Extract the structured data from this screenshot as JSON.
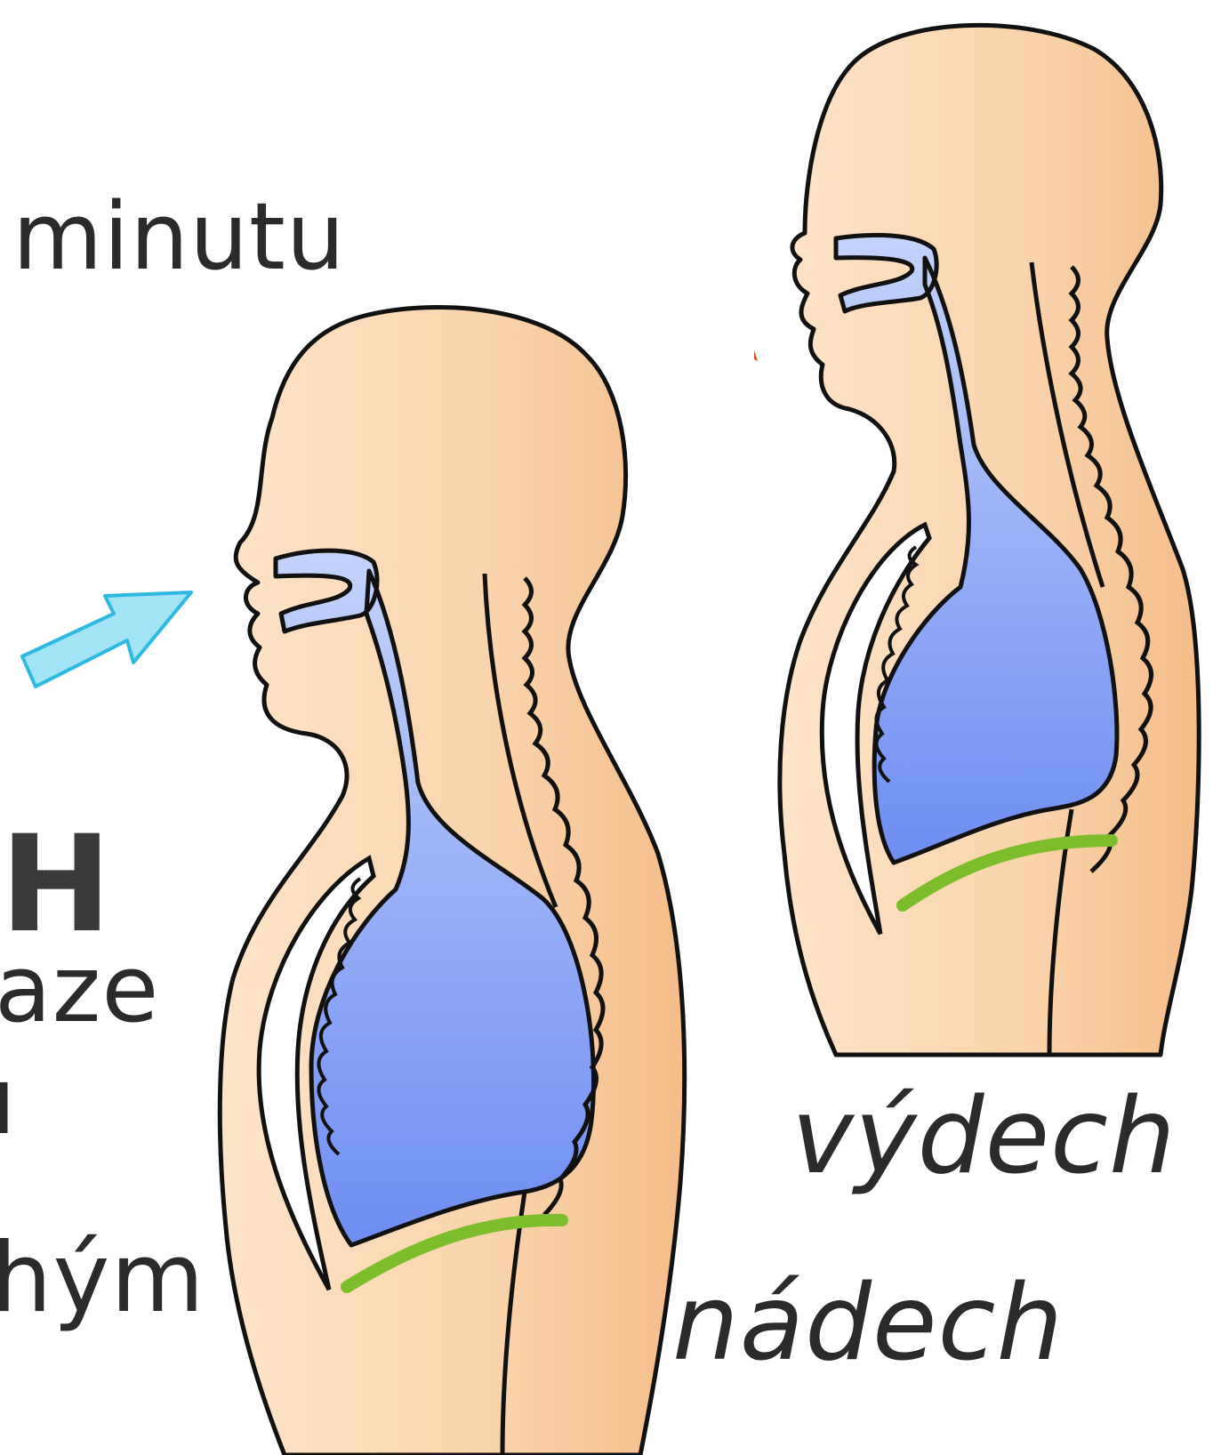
{
  "texts": {
    "minutu": "minutu",
    "h_letter": "H",
    "aze": "aze",
    "u_fragment": "u",
    "nym": "hým",
    "vydech": "výdech",
    "nadech": "nádech"
  },
  "colors": {
    "skin": "#fad6b0",
    "skin_dark": "#f4bf8c",
    "airway": "#c9d7fb",
    "lung_light": "#a9bffa",
    "lung_dark": "#6f8ff2",
    "diaphragm": "#7cbd2b",
    "arrow": "#9fe3f6",
    "arrow_stroke": "#2fb9e0",
    "outline": "#111111"
  },
  "icons": {
    "inhale_arrow": "arrow-icon"
  }
}
